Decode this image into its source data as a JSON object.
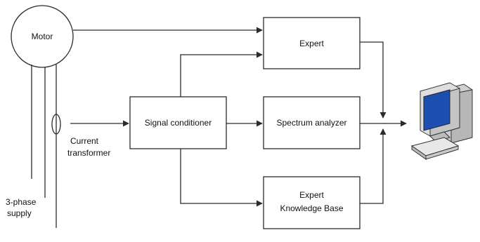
{
  "diagram": {
    "labels": {
      "motor": "Motor",
      "expert": "Expert",
      "signal_conditioner": "Signal conditioner",
      "spectrum_analyzer": "Spectrum analyzer",
      "knowledge_base_line1": "Expert",
      "knowledge_base_line2": "Knowledge Base",
      "current_transformer_line1": "Current",
      "current_transformer_line2": "transformer",
      "supply_line1": "3-phase",
      "supply_line2": "supply"
    },
    "icons": {
      "computer": "computer-icon"
    },
    "colors": {
      "line": "#2b2b2b",
      "box_fill": "#ffffff",
      "monitor_body": "#d9d9d9",
      "screen": "#1d4fb3"
    }
  }
}
